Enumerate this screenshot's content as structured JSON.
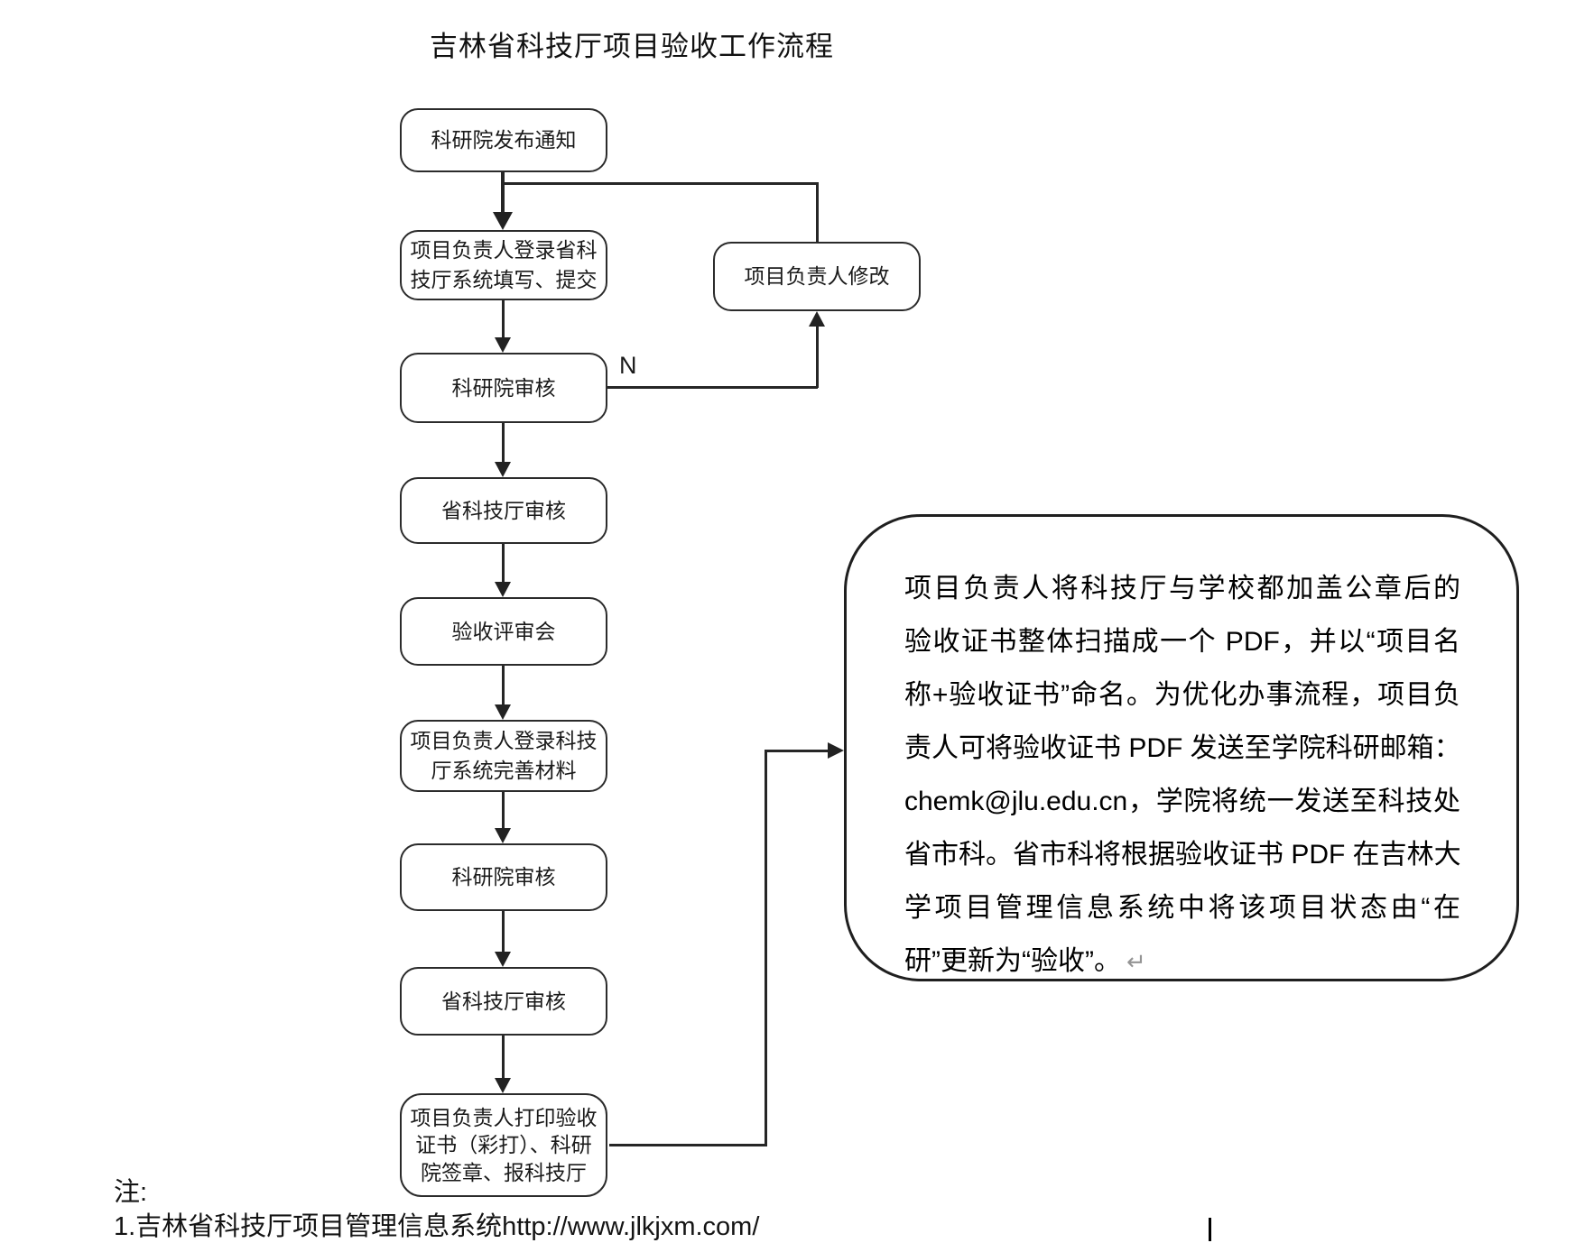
{
  "title": "吉林省科技厅项目验收工作流程",
  "flow": {
    "boxes": [
      {
        "lines": [
          "科研院发布通知"
        ]
      },
      {
        "lines": [
          "项目负责人登录省科",
          "技厅系统填写、提交"
        ]
      },
      {
        "lines": [
          "科研院审核"
        ]
      },
      {
        "lines": [
          "省科技厅审核"
        ]
      },
      {
        "lines": [
          "验收评审会"
        ]
      },
      {
        "lines": [
          "项目负责人登录科技",
          "厅系统完善材料"
        ]
      },
      {
        "lines": [
          "科研院审核"
        ]
      },
      {
        "lines": [
          "省科技厅审核"
        ]
      },
      {
        "lines": [
          "项目负责人打印验收",
          "证书（彩打）、科研",
          "院签章、报科技厅"
        ]
      }
    ],
    "side_box": {
      "label": "项目负责人修改"
    },
    "branch_label": "N"
  },
  "callout": {
    "lines": [
      "项目负责人将科技厅与学校都加盖公章后的",
      "验收证书整体扫描成一个 PDF，并以“项目名",
      "称+验收证书”命名。为优化办事流程，项目负",
      "责人可将验收证书 PDF 发送至学院科研邮箱：",
      "chemk@jlu.edu.cn，学院将统一发送至科技处",
      "省市科。省市科将根据验收证书 PDF 在吉林大",
      "学项目管理信息系统中将该项目状态由“在",
      "研”更新为“验收”。"
    ],
    "return_mark": "↵"
  },
  "notes": {
    "prefix": "注:",
    "items": [
      "1.吉林省科技厅项目管理信息系统http://www.jlkjxm.com/"
    ]
  },
  "colors": {
    "stroke": "#262626",
    "text": "#1a1a1a",
    "return_mark": "#949494",
    "background": "#ffffff"
  }
}
